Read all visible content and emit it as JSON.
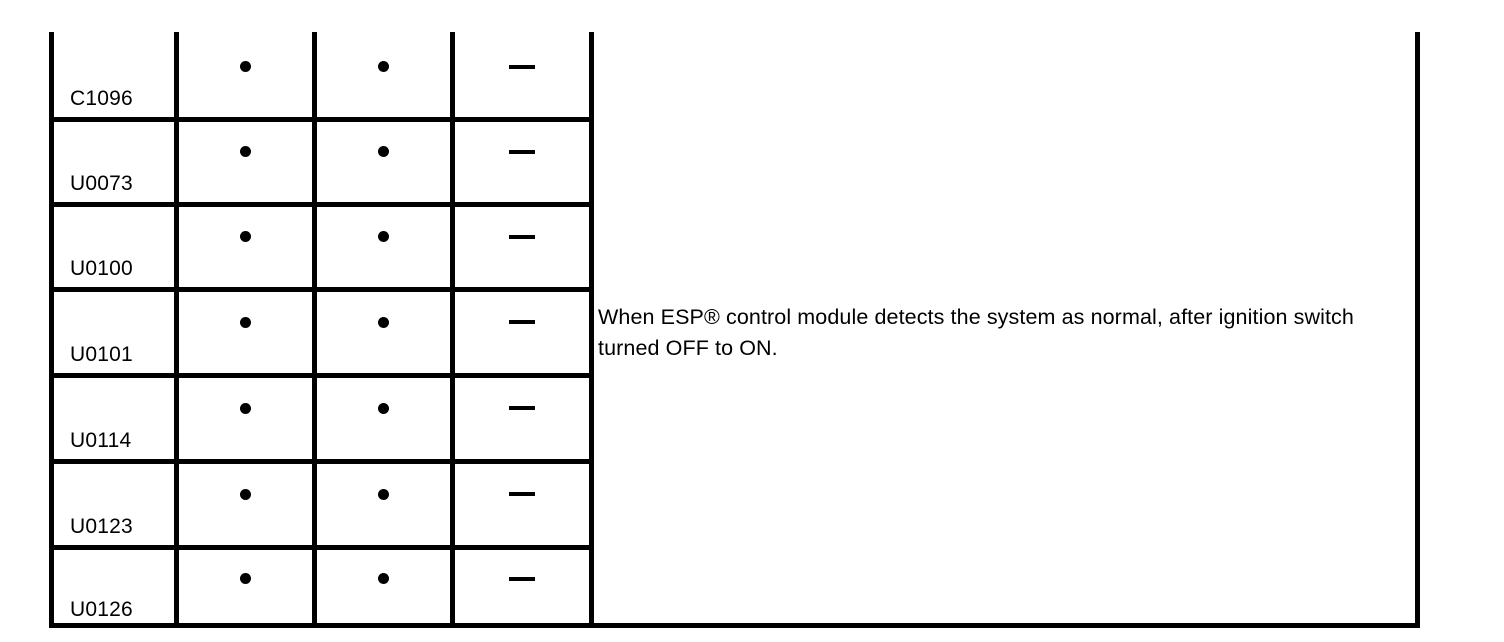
{
  "table": {
    "columns": [
      {
        "key": "code",
        "name": "dtc-code-column"
      },
      {
        "key": "mark1",
        "name": "indicator-column-1"
      },
      {
        "key": "mark2",
        "name": "indicator-column-2"
      },
      {
        "key": "mark3",
        "name": "indicator-column-3"
      },
      {
        "key": "condition",
        "name": "condition-column"
      }
    ],
    "rows": [
      {
        "code": "C1096",
        "mark1": "dot",
        "mark2": "dot",
        "mark3": "dash"
      },
      {
        "code": "U0073",
        "mark1": "dot",
        "mark2": "dot",
        "mark3": "dash"
      },
      {
        "code": "U0100",
        "mark1": "dot",
        "mark2": "dot",
        "mark3": "dash"
      },
      {
        "code": "U0101",
        "mark1": "dot",
        "mark2": "dot",
        "mark3": "dash"
      },
      {
        "code": "U0114",
        "mark1": "dot",
        "mark2": "dot",
        "mark3": "dash"
      },
      {
        "code": "U0123",
        "mark1": "dot",
        "mark2": "dot",
        "mark3": "dash"
      },
      {
        "code": "U0126",
        "mark1": "dot",
        "mark2": "dot",
        "mark3": "dash"
      }
    ],
    "condition_text": "When ESP® control module detects the system as normal, after ignition switch turned OFF to ON.",
    "marks": {
      "dot_label": "applicable-dot",
      "dash_label": "not-applicable-dash"
    },
    "colors": {
      "rule": "#000000",
      "text": "#000000",
      "background": "#ffffff"
    }
  }
}
